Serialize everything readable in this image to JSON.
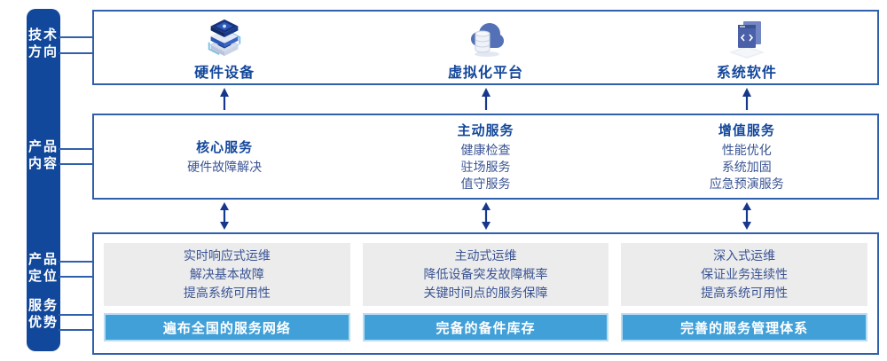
{
  "sidebar": {
    "items": [
      {
        "lines": [
          "技术",
          "方向"
        ]
      },
      {
        "lines": [
          "产品",
          "内容"
        ]
      },
      {
        "lines": [
          "产品",
          "定位"
        ]
      },
      {
        "lines": [
          "服务",
          "优势"
        ]
      }
    ]
  },
  "tech_row": {
    "items": [
      {
        "icon": "server-stack-icon",
        "label": "硬件设备"
      },
      {
        "icon": "cloud-database-icon",
        "label": "虚拟化平台"
      },
      {
        "icon": "code-window-icon",
        "label": "系统软件"
      }
    ]
  },
  "service_row": {
    "columns": [
      {
        "title": "核心服务",
        "items": [
          "硬件故障解决"
        ]
      },
      {
        "title": "主动服务",
        "items": [
          "健康检查",
          "驻场服务",
          "值守服务"
        ]
      },
      {
        "title": "增值服务",
        "items": [
          "性能优化",
          "系统加固",
          "应急预演服务"
        ]
      }
    ]
  },
  "positioning_row": {
    "columns": [
      {
        "points": [
          "实时响应式运维",
          "解决基本故障",
          "提高系统可用性"
        ],
        "advantage": "遍布全国的服务网络"
      },
      {
        "points": [
          "主动式运维",
          "降低设备突发故障概率",
          "关键时间点的服务保障"
        ],
        "advantage": "完备的备件库存"
      },
      {
        "points": [
          "深入式运维",
          "保证业务连续性",
          "提高系统可用性"
        ],
        "advantage": "完善的服务管理体系"
      }
    ]
  },
  "colors": {
    "sidebar_blue": "#12489B",
    "box_border_blue": "#3060AC",
    "title_blue": "#14489B",
    "body_blue": "#3A5494",
    "panel_gray": "#ECECEC",
    "bar_blue": "#42A0D8",
    "bar_border_blue": "#B9DDF3",
    "arrow_navy": "#16388C"
  }
}
